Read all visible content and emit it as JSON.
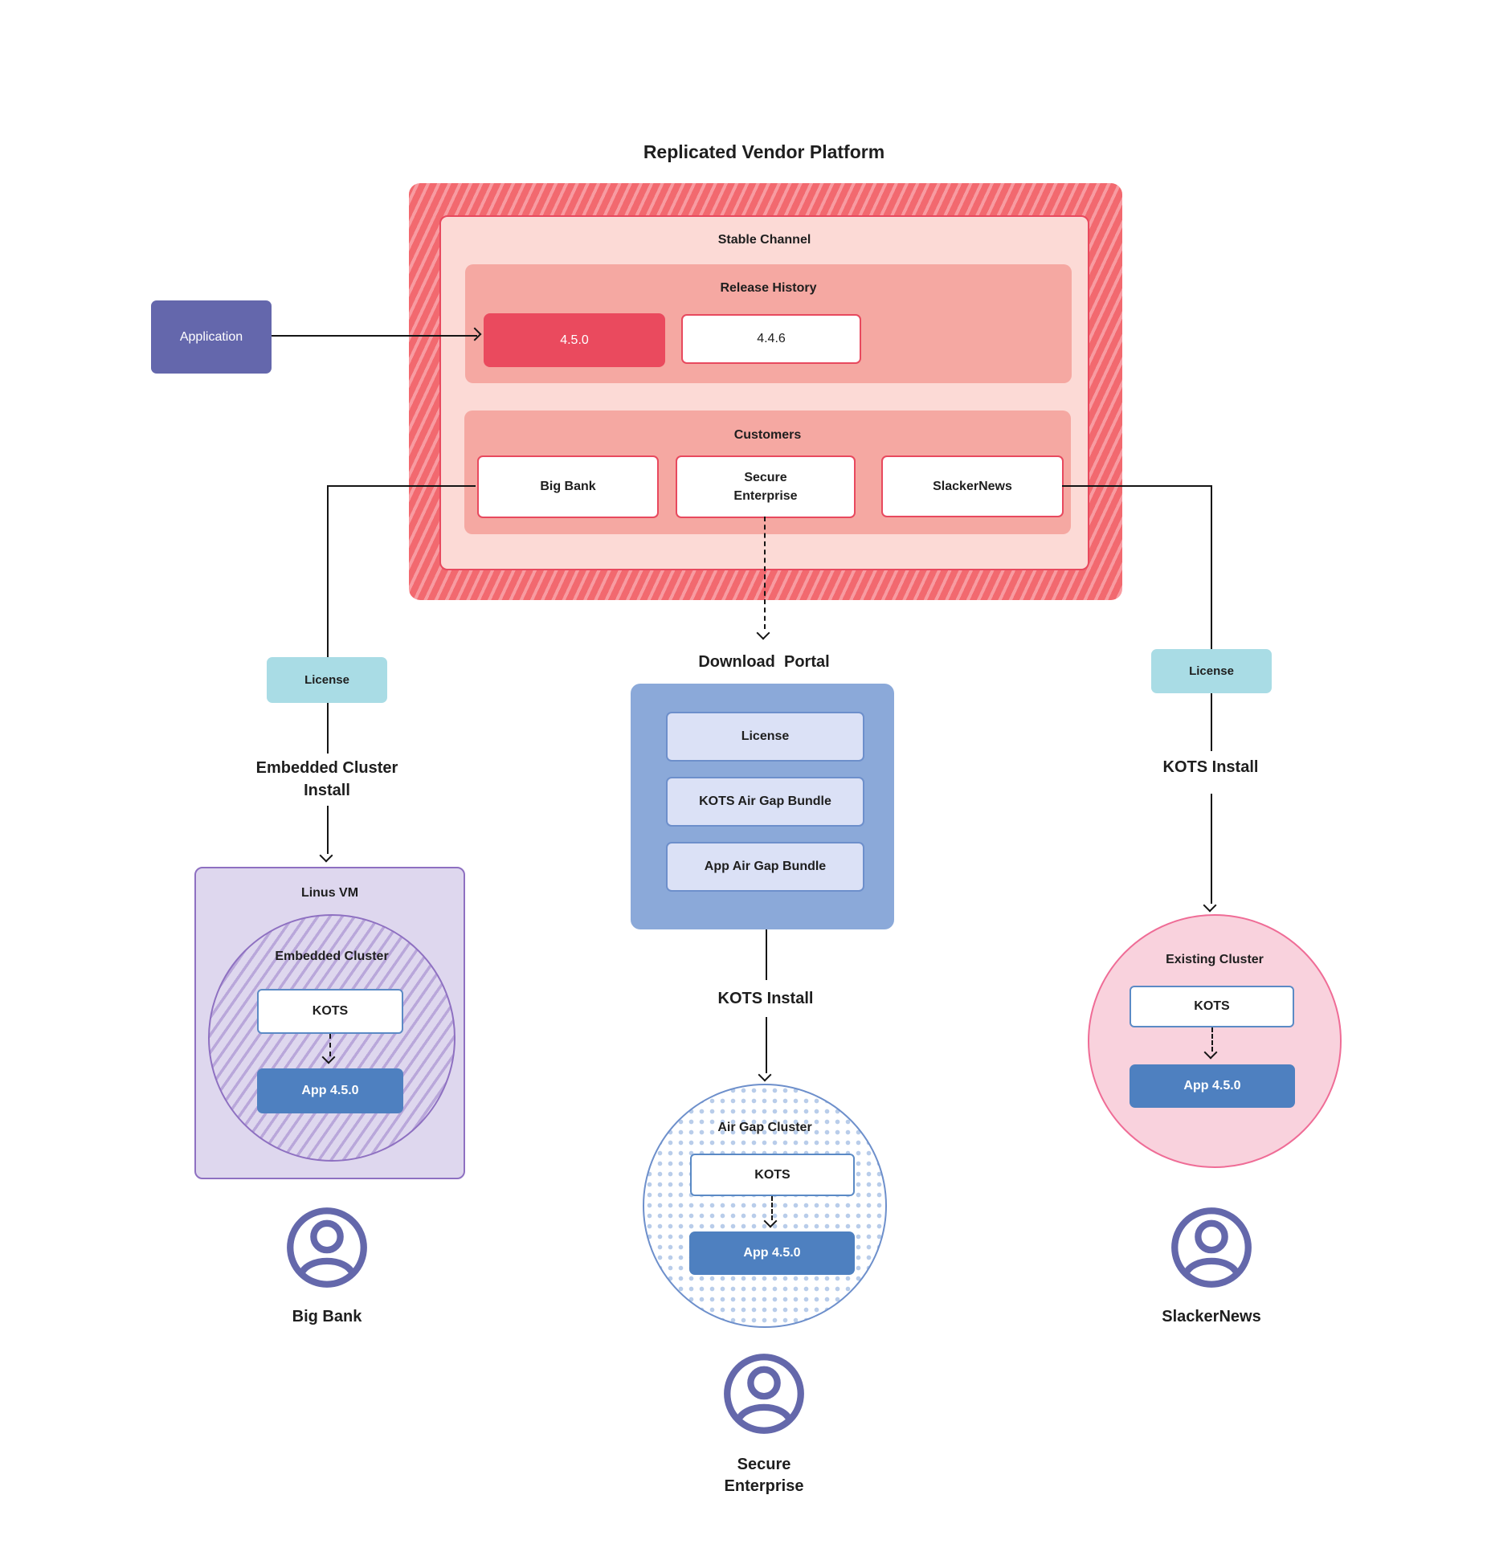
{
  "title": "Replicated Vendor Platform",
  "platform": {
    "channel": "Stable Channel",
    "release_history": {
      "title": "Release History",
      "current": "4.5.0",
      "previous": "4.4.6"
    },
    "customers": {
      "title": "Customers",
      "big_bank": "Big Bank",
      "secure_enterprise": "Secure Enterprise",
      "slackernews": "SlackerNews"
    }
  },
  "application": "Application",
  "portal": {
    "title": "Download  Portal",
    "license": "License",
    "kots_bundle": "KOTS Air Gap Bundle",
    "app_bundle": "App Air Gap Bundle"
  },
  "left": {
    "license": "License",
    "install": "Embedded Cluster Install",
    "vm": "Linus VM",
    "cluster": "Embedded Cluster",
    "kots": "KOTS",
    "app": "App 4.5.0",
    "user": "Big Bank"
  },
  "middle": {
    "install": "KOTS Install",
    "cluster": "Air Gap Cluster",
    "kots": "KOTS",
    "app": "App 4.5.0",
    "user": "Secure Enterprise"
  },
  "right": {
    "license": "License",
    "install": "KOTS Install",
    "cluster": "Existing Cluster",
    "kots": "KOTS",
    "app": "App 4.5.0",
    "user": "SlackerNews"
  },
  "colors": {
    "hatch_red_base": "#f2696f",
    "hatch_red_stripe": "#f89ba1",
    "channel_bg": "#fcdad6",
    "channel_border": "#e8495e",
    "section_bg": "#f5a8a2",
    "release_highlight_bg": "#ea4a5e",
    "application_bg": "#6467ac",
    "license_bg": "#a9dce5",
    "portal_bg": "#8ba9d9",
    "portal_item_bg": "#dbe1f6",
    "portal_item_border": "#6d8fcb",
    "app_box_bg": "#4e80c0",
    "kots_border": "#5b8ac5",
    "vm_bg": "#ded7ee",
    "vm_border": "#8e70c1",
    "vm_hatch_stripe": "#b9a7da",
    "pink_circle_bg": "#f9d2dd",
    "pink_circle_border": "#ef6c96",
    "airgap_dot": "#b9cdea",
    "user_icon": "#6468ab",
    "line": "#151515"
  }
}
